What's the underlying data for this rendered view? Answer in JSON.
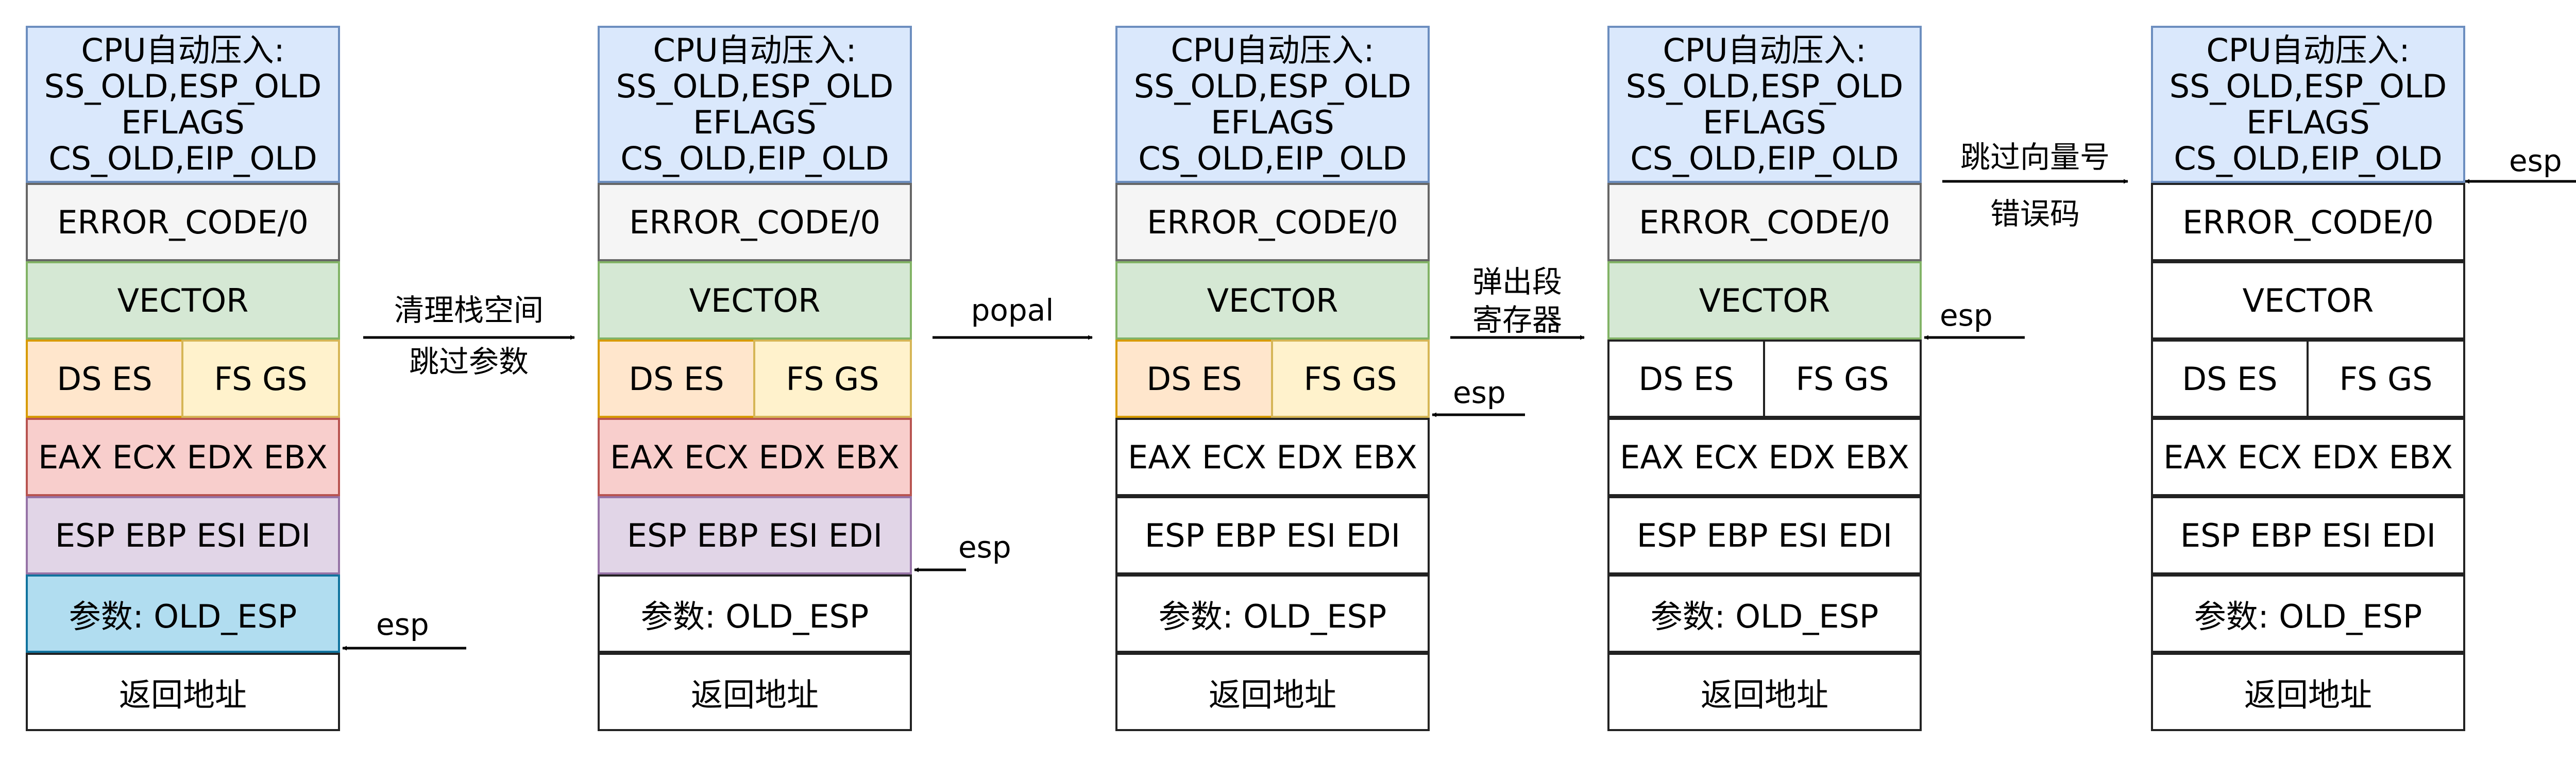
{
  "colors": {
    "auto_fill": "#dae8fc",
    "auto_border": "#6c8ebf",
    "error_fill": "#f5f5f5",
    "error_border": "#666666",
    "vector_fill": "#d5e8d4",
    "vector_border": "#82b366",
    "ds_fill": "#ffe6cc",
    "ds_border": "#d79b00",
    "fs_fill": "#fff2cc",
    "fs_border": "#d6b656",
    "eax_fill": "#f8cecc",
    "eax_border": "#b85450",
    "esp_fill": "#e1d5e7",
    "esp_border": "#9673a6",
    "param_fill": "#b1ddf0",
    "param_border": "#10739e",
    "plain_fill": "#ffffff",
    "plain_border": "#222222"
  },
  "cells": {
    "auto_lines": [
      "CPU自动压入:",
      "SS_OLD,ESP_OLD",
      "EFLAGS",
      "CS_OLD,EIP_OLD"
    ],
    "error": "ERROR_CODE/0",
    "vector": "VECTOR",
    "ds_es": "DS ES",
    "fs_gs": "FS GS",
    "eax_group": "EAX ECX EDX EBX",
    "esp_group": "ESP EBP ESI EDI",
    "param": "参数: OLD_ESP",
    "ret": "返回地址"
  },
  "stacks": [
    {
      "colored": [
        "error",
        "vector",
        "ds",
        "fs",
        "eax",
        "esp",
        "param"
      ]
    },
    {
      "colored": [
        "error",
        "vector",
        "ds",
        "fs",
        "eax",
        "esp"
      ]
    },
    {
      "colored": [
        "error",
        "vector",
        "ds",
        "fs"
      ]
    },
    {
      "colored": [
        "error",
        "vector"
      ]
    },
    {
      "colored": []
    }
  ],
  "esp_label": "esp",
  "transitions": [
    {
      "lines": [
        "清理栈空间",
        "跳过参数"
      ]
    },
    {
      "lines": [
        "popal"
      ]
    },
    {
      "lines": [
        "弹出段",
        "寄存器"
      ]
    },
    {
      "lines": [
        "跳过向量号",
        "错误码"
      ]
    }
  ]
}
